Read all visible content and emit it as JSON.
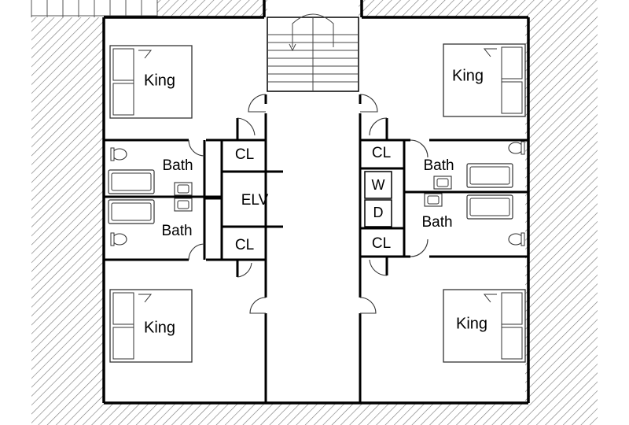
{
  "floor_plan": {
    "rooms": {
      "bedroom_top_left": "King",
      "bedroom_top_right": "King",
      "bedroom_bottom_left": "King",
      "bedroom_bottom_right": "King",
      "bath_upper_left": "Bath",
      "bath_lower_left": "Bath",
      "bath_upper_right": "Bath",
      "bath_lower_right": "Bath",
      "closet_upper_left": "CL",
      "closet_lower_left": "CL",
      "closet_upper_right": "CL",
      "closet_lower_right": "CL",
      "elevator": "ELV",
      "washer": "W",
      "dryer": "D"
    },
    "colors": {
      "wall": "#000000",
      "hatch": "#777777",
      "fixture": "#444444",
      "background": "#ffffff"
    }
  }
}
